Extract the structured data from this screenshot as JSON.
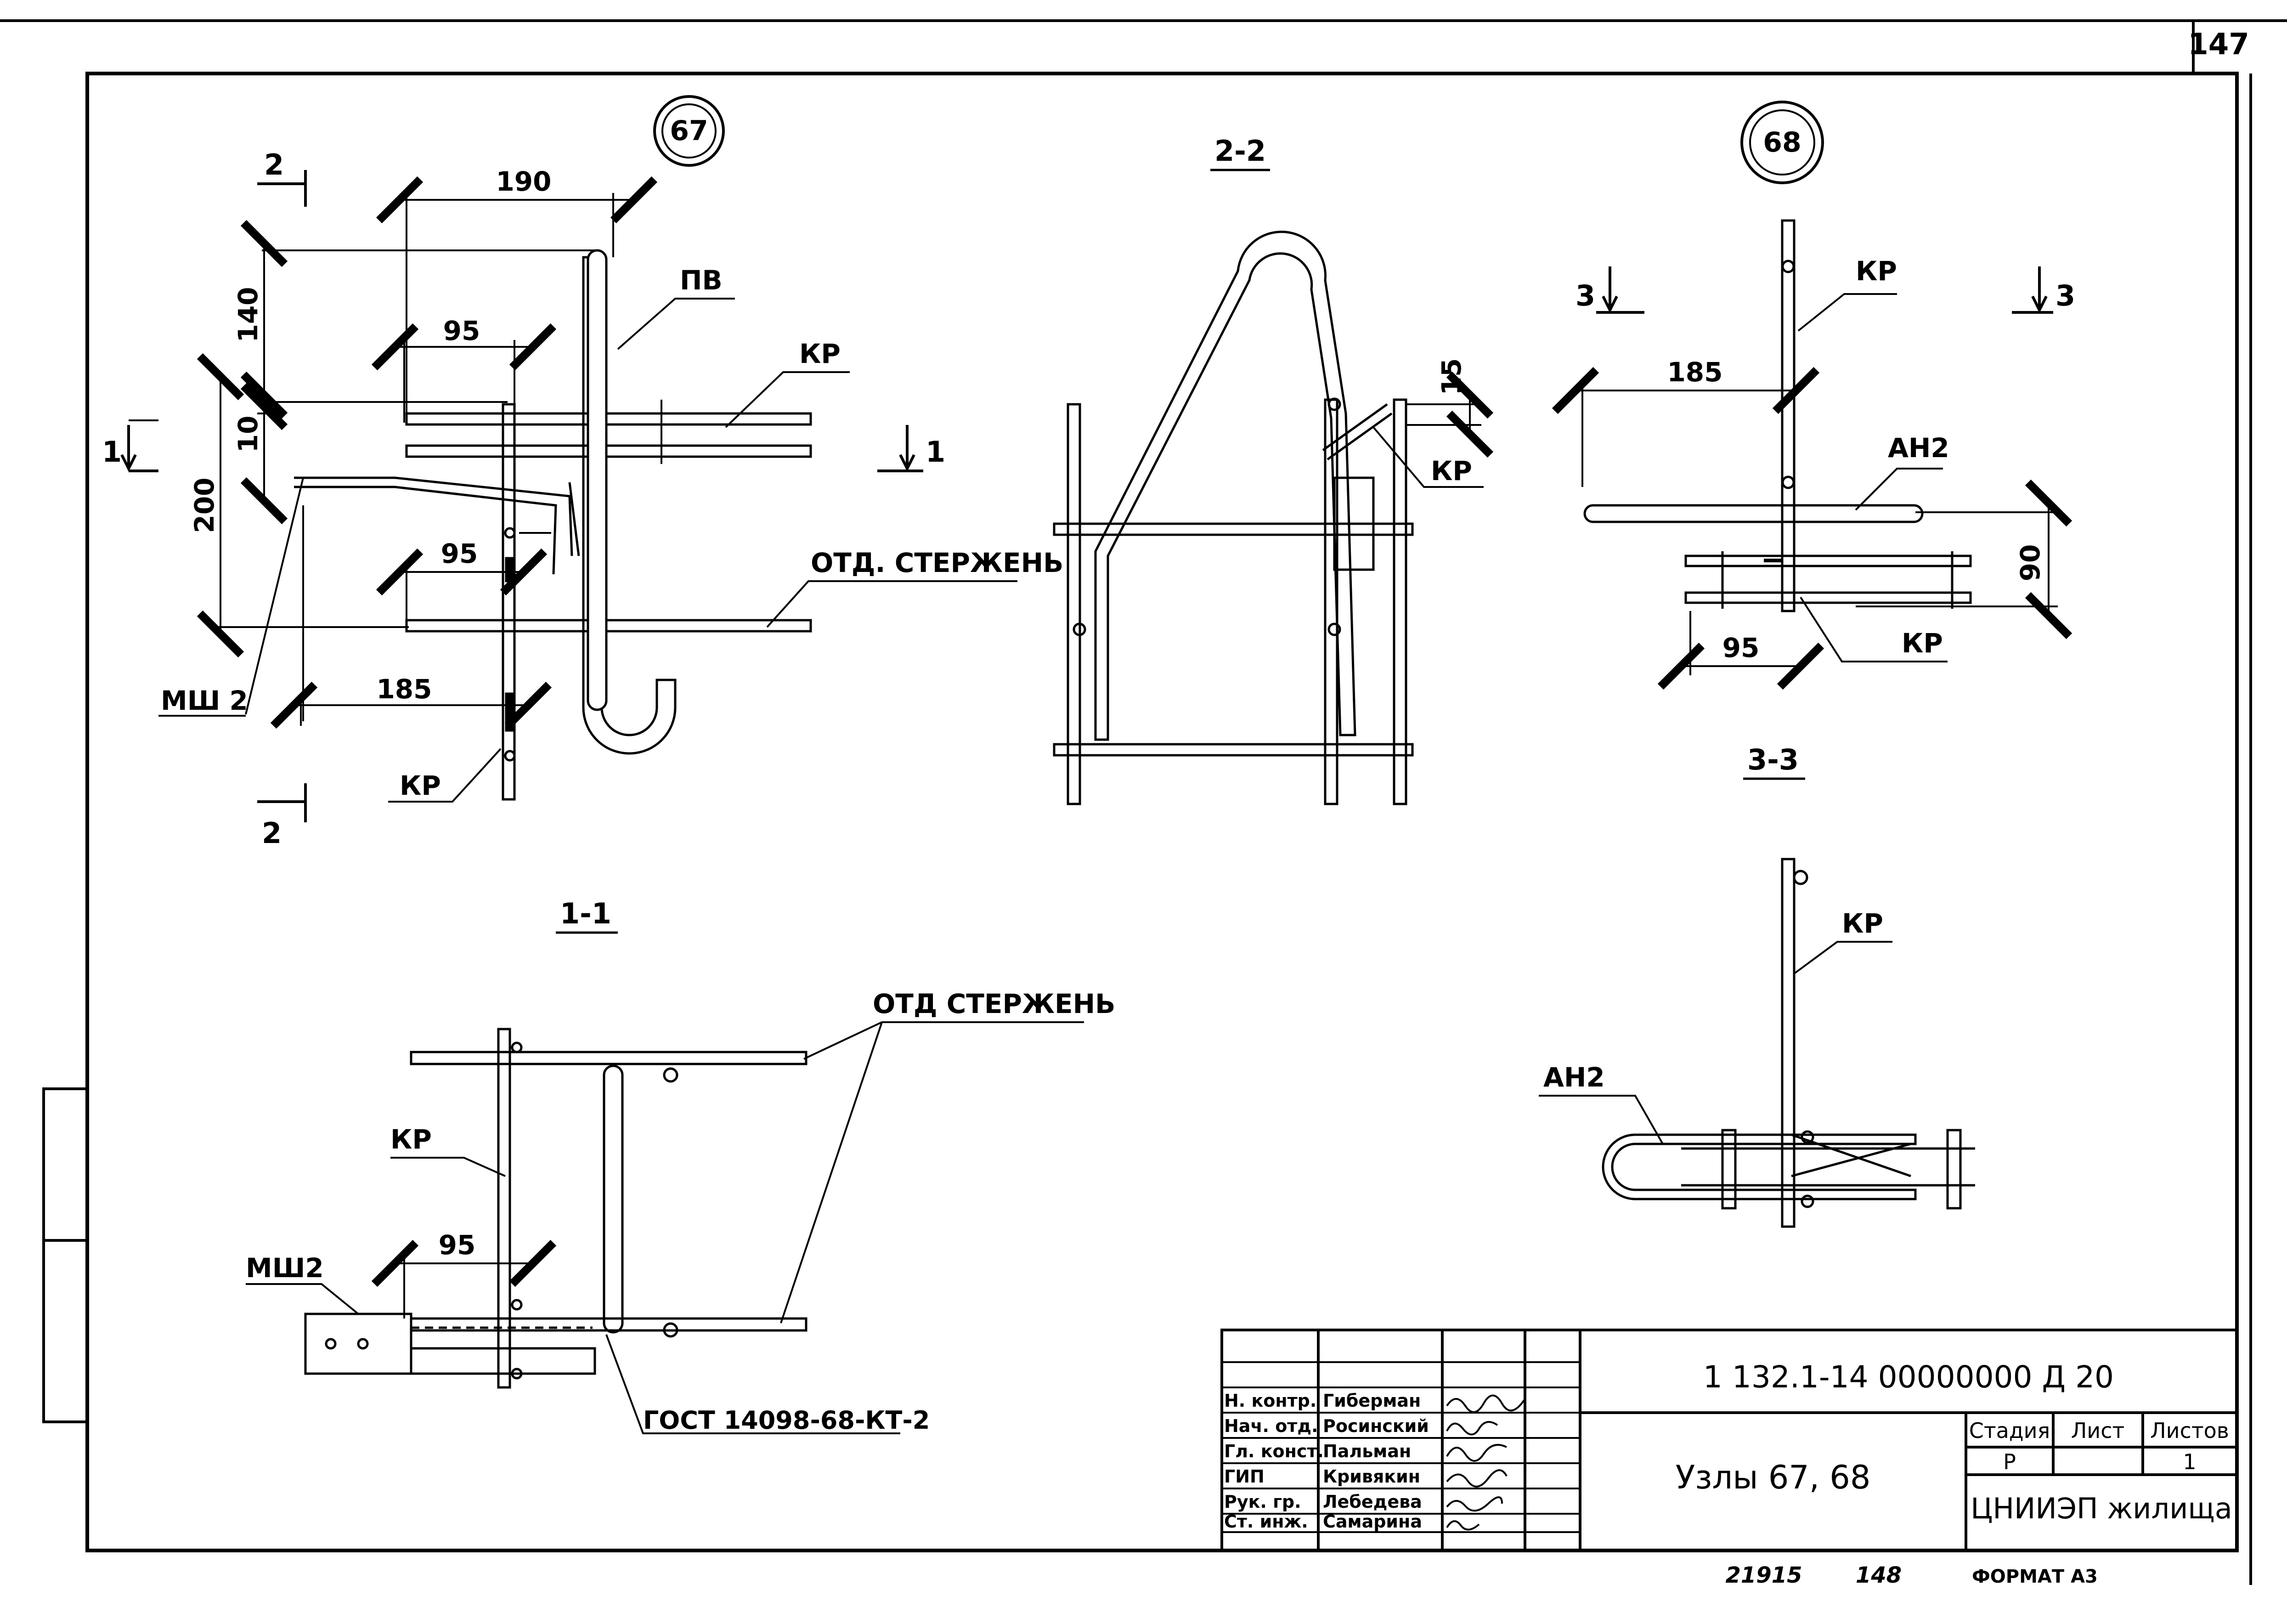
{
  "sheet": {
    "page_number": "147",
    "bottom_left_number": "21915",
    "bottom_mid_number": "148",
    "format_label": "ФОРМАТ А3"
  },
  "views": {
    "node67": {
      "callout": "67",
      "labels": {
        "pv": "ПВ",
        "kr_top": "КР",
        "otd_sterzhen": "ОТД. СТЕРЖЕНЬ",
        "msh2": "МШ 2",
        "kr_bottom": "КР"
      },
      "dims": {
        "d190": "190",
        "d140": "140",
        "d95a": "95",
        "d10": "10",
        "d200": "200",
        "d95b": "95",
        "d185": "185"
      },
      "section_marks": {
        "top_2": "2",
        "bottom_2": "2",
        "left_1": "1",
        "right_1": "1"
      }
    },
    "section22": {
      "title": "2-2",
      "d15": "15",
      "kr": "КР"
    },
    "node68": {
      "callout": "68",
      "kr_top": "КР",
      "ah2": "АН2",
      "d185": "185",
      "d90": "90",
      "d95": "95",
      "kr_bottom": "КР",
      "section_left": "3",
      "section_right": "3"
    },
    "section33": {
      "title": "3-3",
      "kr": "КР",
      "ah2": "АН2"
    },
    "section11": {
      "title": "1-1",
      "otd_sterzhen": "ОТД СТЕРЖЕНЬ",
      "kr": "КР",
      "d95": "95",
      "msh2": "МШ2",
      "gost": "ГОСТ 14098-68-КТ-2"
    }
  },
  "title_block": {
    "doc_code": "1 132.1-14  00000000 Д 20",
    "title": "Узлы 67, 68",
    "org": "ЦНИИЭП жилища",
    "stage_header": "Стадия",
    "sheet_header": "Лист",
    "sheets_header": "Листов",
    "stage_value": "Р",
    "sheet_value": "",
    "sheets_value": "1",
    "signatures": [
      {
        "role": "Н. контр.",
        "name": "Гиберман"
      },
      {
        "role": "Нач. отд.",
        "name": "Росинский"
      },
      {
        "role": "Гл. конст.",
        "name": "Пальман"
      },
      {
        "role": "ГИП",
        "name": "Кривякин"
      },
      {
        "role": "Рук. гр.",
        "name": "Лебедева"
      },
      {
        "role": "Ст. инж.",
        "name": "Самарина"
      }
    ]
  }
}
